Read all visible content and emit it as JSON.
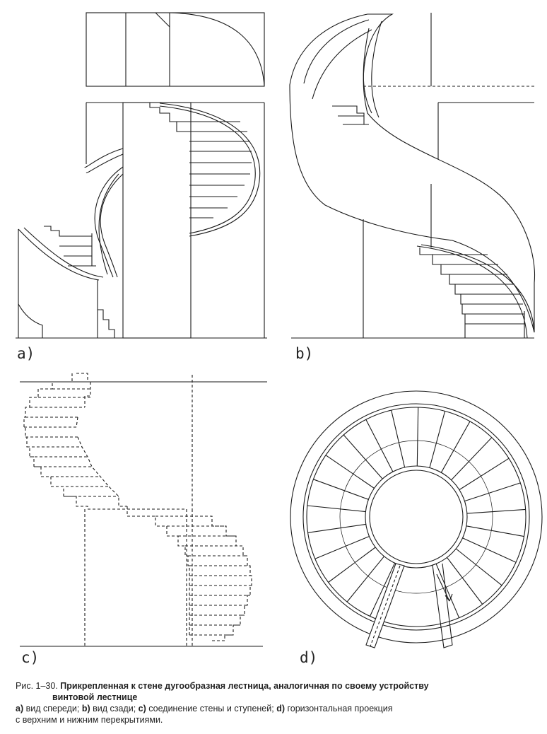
{
  "panels": {
    "a": {
      "label": "a)"
    },
    "b": {
      "label": "b)"
    },
    "c": {
      "label": "c)"
    },
    "d": {
      "label": "d)"
    }
  },
  "caption": {
    "prefix": "Рис. 1–30.",
    "title_line1": "Прикрепленная к стене дугообразная лестница, аналогичная по своему устройству",
    "title_line2": "винтовой лестнице",
    "legend": [
      {
        "key": "a)",
        "text": " вид спереди; "
      },
      {
        "key": "b)",
        "text": " вид сзади; "
      },
      {
        "key": "c)",
        "text": " соединение стены и ступеней; "
      },
      {
        "key": "d)",
        "text": " горизонтальная проекция"
      }
    ],
    "legend_line2": "с верхним и нижним перекрытиями."
  }
}
